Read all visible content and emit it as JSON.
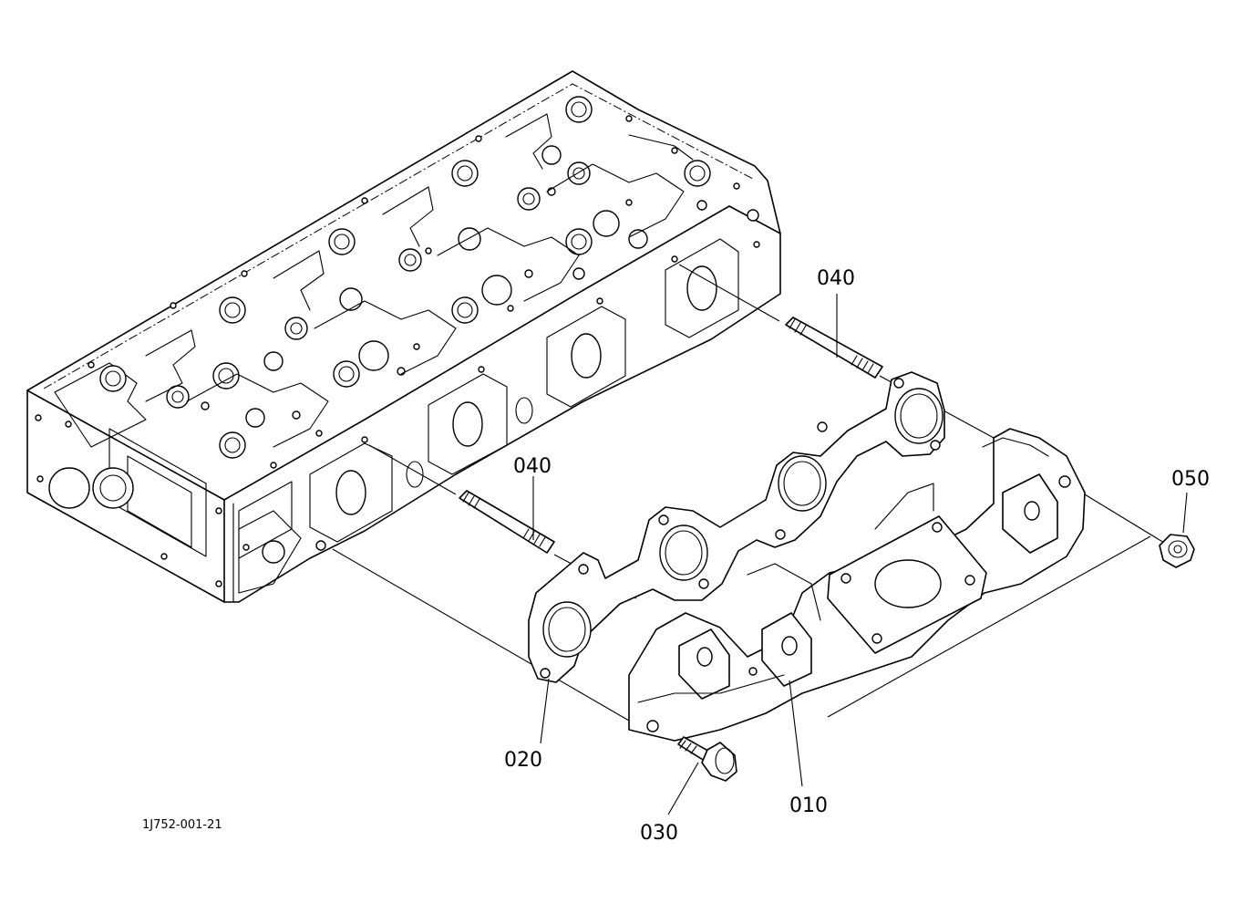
{
  "figure": {
    "code": "1J752-001-21"
  },
  "parts": [
    {
      "ref": "010",
      "part": "exhaust-manifold"
    },
    {
      "ref": "020",
      "part": "manifold-gasket"
    },
    {
      "ref": "030",
      "part": "flange-bolt"
    },
    {
      "ref": "040",
      "part": "stud-bolt"
    },
    {
      "ref": "050",
      "part": "flange-nut"
    }
  ],
  "callouts": {
    "stud_upper": "040",
    "stud_lower": "040",
    "gasket": "020",
    "bolt": "030",
    "manifold": "010",
    "nut": "050"
  },
  "colors": {
    "line": "#000000",
    "background": "#ffffff"
  }
}
